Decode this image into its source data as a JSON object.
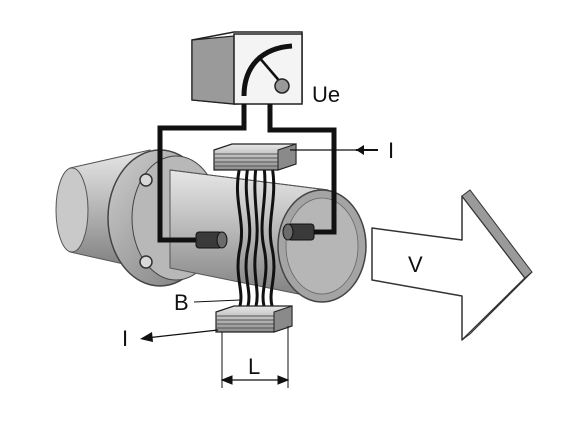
{
  "labels": {
    "voltage": "Ue",
    "current_top": "I",
    "current_bottom": "I",
    "field": "B",
    "length": "L",
    "velocity": "V"
  },
  "colors": {
    "background": "#ffffff",
    "stroke": "#1a1a1a",
    "pipe_light": "#d8d8d8",
    "pipe_mid": "#a9a9a9",
    "pipe_dark": "#6b6b6b",
    "meter_face": "#f2f2f2",
    "meter_side": "#9a9a9a"
  },
  "icons": [
    "voltmeter-icon",
    "electrode-icon",
    "coil-icon",
    "flow-arrow-icon"
  ]
}
